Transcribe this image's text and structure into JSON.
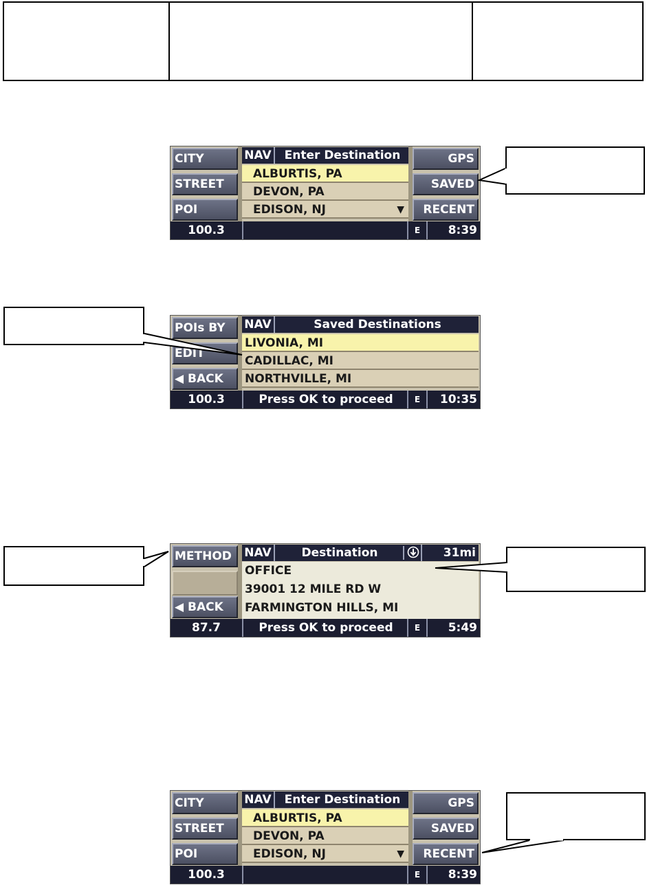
{
  "screen1": {
    "left_buttons": [
      "CITY",
      "STREET",
      "POI"
    ],
    "right_buttons": [
      "GPS",
      "SAVED",
      "RECENT"
    ],
    "nav_label": "NAV",
    "title": "Enter Destination",
    "rows": [
      "ALBURTIS, PA",
      "DEVON, PA",
      "EDISON, NJ"
    ],
    "scroll_arrow": "▼",
    "freq": "100.3",
    "message": "",
    "compass": "E",
    "time": "8:39"
  },
  "screen2": {
    "left_buttons": [
      "POIs BY",
      "EDIT",
      "◀ BACK"
    ],
    "nav_label": "NAV",
    "title": "Saved Destinations",
    "rows": [
      "LIVONIA, MI",
      "CADILLAC, MI",
      "NORTHVILLE, MI"
    ],
    "freq": "100.3",
    "message": "Press OK to proceed",
    "compass": "E",
    "time": "10:35"
  },
  "screen3": {
    "left_buttons": [
      "METHOD",
      "",
      "◀ BACK"
    ],
    "nav_label": "NAV",
    "title": "Destination",
    "distance": "31mi",
    "lines": [
      "OFFICE",
      "39001 12 MILE RD W",
      "FARMINGTON HILLS, MI"
    ],
    "freq": "87.7",
    "message": "Press OK to proceed",
    "compass": "E",
    "time": "5:49"
  },
  "screen4": {
    "left_buttons": [
      "CITY",
      "STREET",
      "POI"
    ],
    "right_buttons": [
      "GPS",
      "SAVED",
      "RECENT"
    ],
    "nav_label": "NAV",
    "title": "Enter Destination",
    "rows": [
      "ALBURTIS, PA",
      "DEVON, PA",
      "EDISON, NJ"
    ],
    "scroll_arrow": "▼",
    "freq": "100.3",
    "message": "",
    "compass": "E",
    "time": "8:39"
  },
  "colors": {
    "button": "#5d6175",
    "header": "#1f2238",
    "row": "#dad0b6",
    "highlight": "#f8f3ab",
    "screen_bg": "#c9c2ad"
  }
}
